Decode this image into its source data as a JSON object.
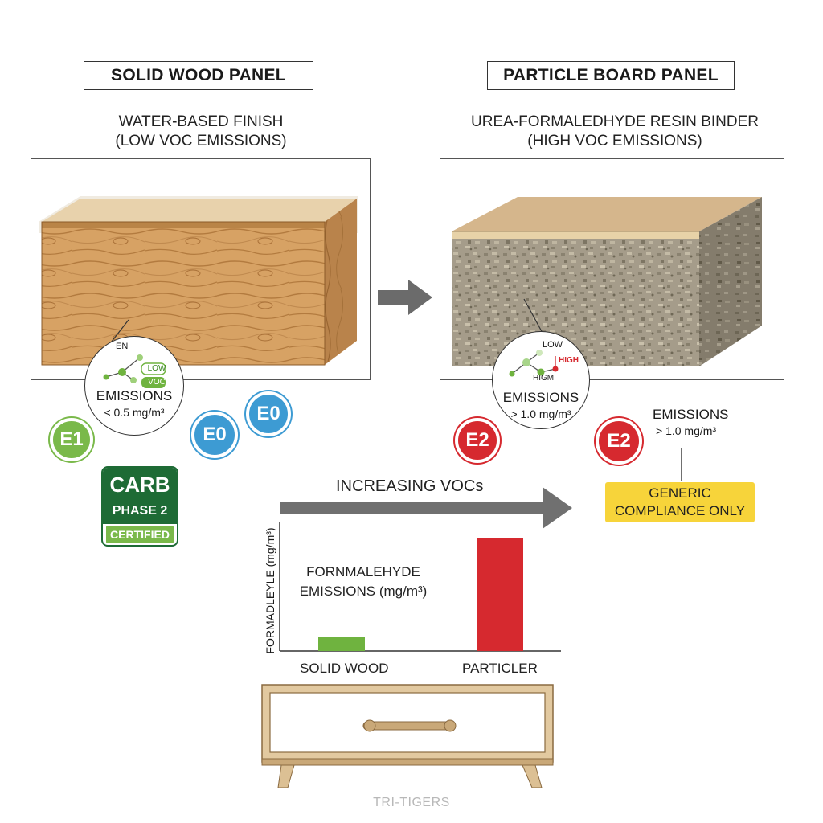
{
  "left_panel": {
    "title": "SOLID WOOD PANEL",
    "subtitle_line1": "WATER-BASED FINISH",
    "subtitle_line2": "(LOW VOC EMISSIONS)",
    "callout": {
      "molecule_text_1": "EN",
      "molecule_text_2": "LOW",
      "molecule_text_3": "VOC",
      "emissions_label": "EMISSIONS",
      "emissions_value": "< 0.5 mg/m³"
    },
    "badges": [
      "E1",
      "E0",
      "E0"
    ],
    "carb": {
      "line1": "CARB",
      "line2": "PHASE 2",
      "line3": "CERTIFIED"
    }
  },
  "right_panel": {
    "title": "PARTICLE BOARD PANEL",
    "subtitle_line1": "UREA-FORMALEDHYDE RESIN BINDER",
    "subtitle_line2": "(HIGH VOC EMISSIONS)",
    "callout": {
      "molecule_text_1": "LOW",
      "molecule_text_2": "HIGH",
      "molecule_text_3": "HIGM",
      "emissions_label": "EMISSIONS",
      "emissions_value": "> 1.0 mg/m³"
    },
    "badges": [
      "E2",
      "E2"
    ],
    "side_emissions_label": "EMISSIONS",
    "side_emissions_value": "> 1.0 mg/m³",
    "compliance_line1": "GENERIC",
    "compliance_line2": "COMPLIANCE ONLY"
  },
  "voc_arrow_label": "INCREASING VOCs",
  "chart_data": {
    "type": "bar",
    "title_line1": "FORNMALEHYDE",
    "title_line2": "EMISSIONS (mg/m³)",
    "ylabel": "FORMADLEYLE (mg/m³)",
    "categories": [
      "SOLID WOOD",
      "PARTICLER"
    ],
    "values": [
      0.16,
      1.32
    ],
    "ylim": [
      0,
      1.5
    ],
    "colors": [
      "#6fb33f",
      "#d6292f"
    ],
    "grid": false
  },
  "colors": {
    "e1_green": "#7ab94a",
    "e0_blue": "#3d9bd3",
    "e2_red": "#d6292f",
    "carb_green": "#1e6b35",
    "compliance_yellow": "#f7d43a"
  },
  "footer_text": "TRI-TIGERS"
}
